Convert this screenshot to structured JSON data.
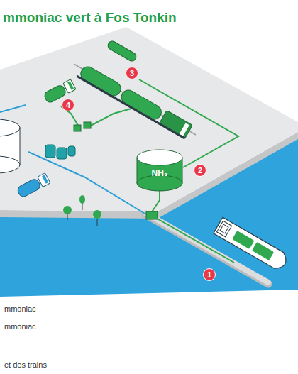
{
  "diagram": {
    "title": "mmoniac vert à Fos Tonkin",
    "nodes": [
      {
        "text": [
          "3"
        ]
      },
      {
        "text": [
          "4"
        ]
      },
      {
        "text": [
          "NH₃"
        ]
      },
      {
        "text": [
          "2"
        ]
      },
      {
        "text": [
          "1"
        ]
      }
    ],
    "labels": [
      "mmoniac",
      "mmoniac",
      "et des trains"
    ]
  }
}
